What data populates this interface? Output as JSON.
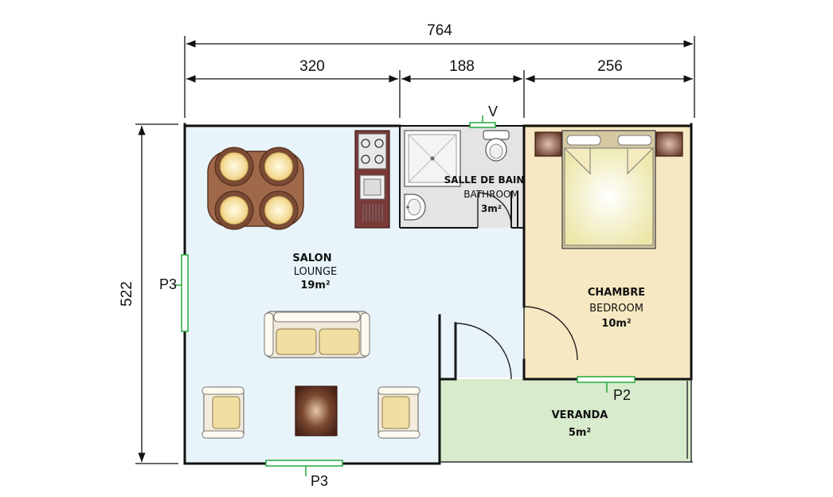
{
  "dimensions": {
    "total_width": "764",
    "lounge_width": "320",
    "bathroom_width": "188",
    "bedroom_width": "256",
    "height": "522"
  },
  "rooms": {
    "salon": {
      "name_fr": "SALON",
      "name_en": "LOUNGE",
      "area": "19m²"
    },
    "bathroom": {
      "name_fr": "SALLE DE BAIN",
      "name_en": "BATHROOM",
      "area": "3m²"
    },
    "bedroom": {
      "name_fr": "CHAMBRE",
      "name_en": "BEDROOM",
      "area": "10m²"
    },
    "veranda": {
      "name_fr": "VERANDA",
      "area": "5m²"
    }
  },
  "openings": {
    "vent": "V",
    "window_left": "P3",
    "window_bottom": "P3",
    "window_bedroom": "P2"
  },
  "colors": {
    "lounge": "#e8f4fa",
    "bathroom": "#e4e4e4",
    "bedroom": "#f6e8c2",
    "veranda": "#d8ebcc",
    "opening": "#22a83c",
    "wall": "#111111"
  }
}
